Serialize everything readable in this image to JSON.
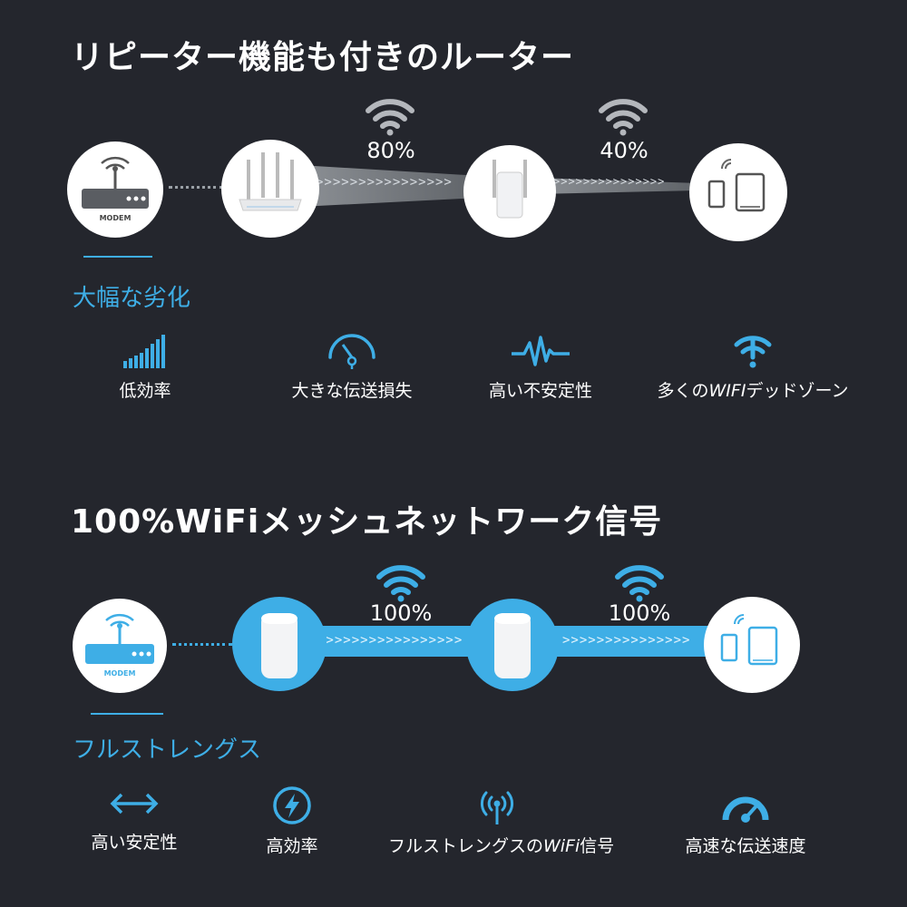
{
  "section1": {
    "title": "リピーター機能も付きのルーター",
    "modem_label": "MODEM",
    "signal1": "80%",
    "signal2": "40%",
    "subhead": "大幅な劣化",
    "features": [
      {
        "icon": "signal-bars-icon",
        "label": "低効率"
      },
      {
        "icon": "speedometer-icon",
        "label": "大きな伝送損失"
      },
      {
        "icon": "heartbeat-icon",
        "label": "高い不安定性"
      },
      {
        "icon": "wifi-dead-icon",
        "label_prefix": "多くの",
        "label_em": "WIFI",
        "label_suffix": "デッドゾーン"
      }
    ]
  },
  "section2": {
    "title": "100%WiFiメッシュネットワーク信号",
    "modem_label": "MODEM",
    "signal1": "100%",
    "signal2": "100%",
    "subhead": "フルストレングス",
    "features": [
      {
        "icon": "double-arrow-icon",
        "label": "高い安定性"
      },
      {
        "icon": "lightning-icon",
        "label": "高効率"
      },
      {
        "icon": "antenna-icon",
        "label_prefix": "フルストレングスの",
        "label_em": "WiFi",
        "label_suffix": "信号"
      },
      {
        "icon": "gauge-icon",
        "label": "高速な伝送速度"
      }
    ]
  },
  "colors": {
    "background": "#24262d",
    "accent": "#3eaee6",
    "gray_wifi": "#b4b7bc"
  }
}
